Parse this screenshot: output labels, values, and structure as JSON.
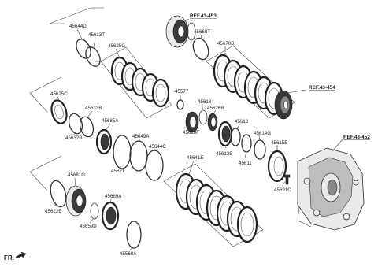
{
  "references": {
    "ref_453": "REF.43-453",
    "ref_454": "REF.43-454",
    "ref_452": "REF.43-452"
  },
  "parts": {
    "p45644D": "45644D",
    "p45613T": "45613T",
    "p45625G": "45625G",
    "p45668T": "45668T",
    "p45670B": "45670B",
    "p45577": "45577",
    "p45613": "45613",
    "p45626B": "45626B",
    "p45620F": "45620F",
    "p45625C": "45625C",
    "p45633B": "45633B",
    "p45632B": "45632B",
    "p45685A": "45685A",
    "p45649A": "45649A",
    "p45644C": "45644C",
    "p45621": "45621",
    "p45612": "45612",
    "p45614G": "45614G",
    "p45615E": "45615E",
    "p45613E": "45613E",
    "p45611": "45611",
    "p45641E": "45641E",
    "p45681G": "45681G",
    "p45622E": "45622E",
    "p45689A": "45689A",
    "p45659D": "45659D",
    "p45691C": "45691C",
    "p45568A": "45568A"
  },
  "direction": {
    "front": "FR."
  }
}
